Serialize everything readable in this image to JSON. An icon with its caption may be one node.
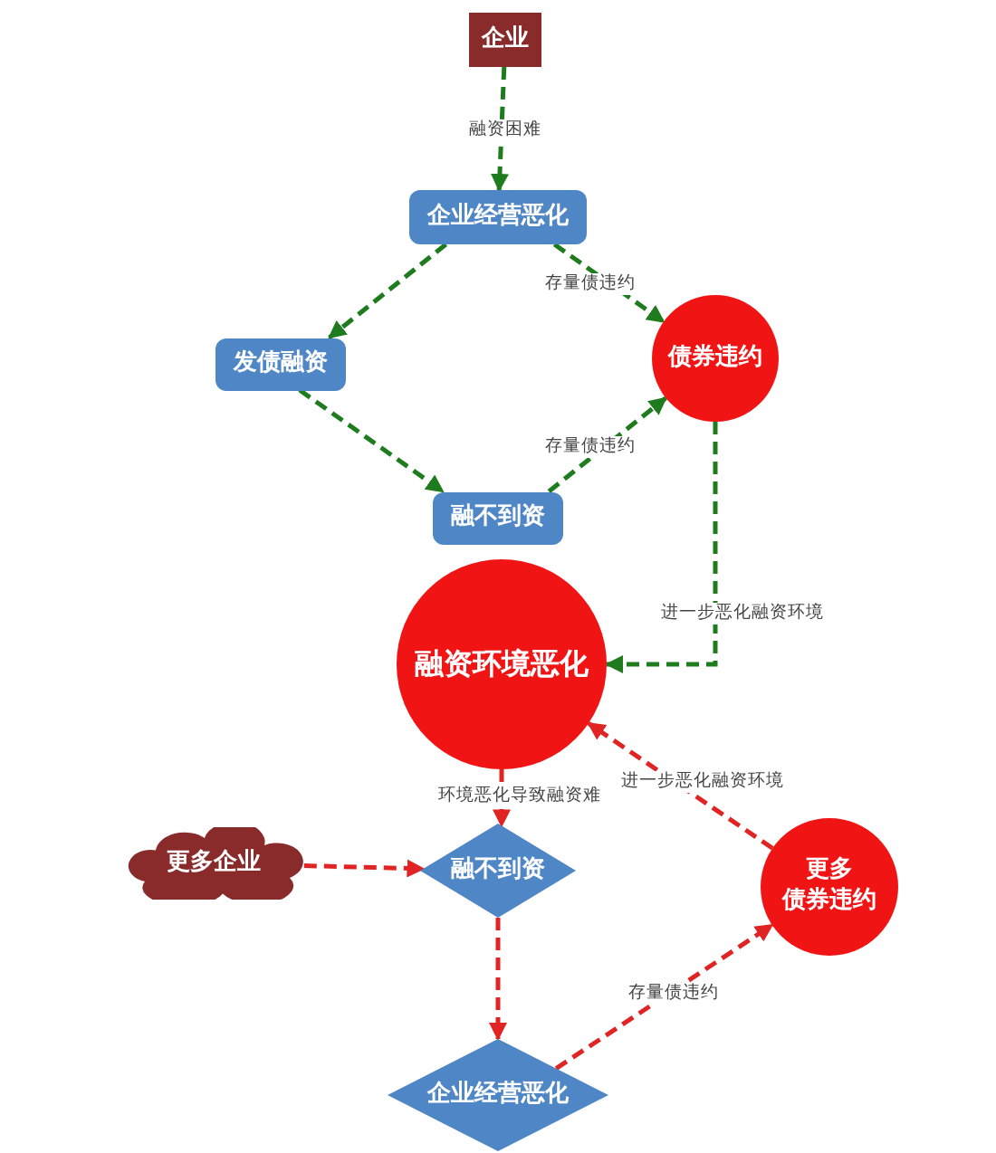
{
  "diagram": {
    "nodes": [
      {
        "text": [
          "企业"
        ]
      },
      {
        "text": [
          "企业经营恶化"
        ]
      },
      {
        "text": [
          "发债融资"
        ]
      },
      {
        "text": [
          "债券违约"
        ]
      },
      {
        "text": [
          "融不到资"
        ]
      },
      {
        "text": [
          "融资环境恶化"
        ]
      },
      {
        "text": [
          "更多企业"
        ]
      },
      {
        "text": [
          "融不到资"
        ]
      },
      {
        "text": [
          "更多债券违约"
        ]
      },
      {
        "text": [
          "企业经营恶化"
        ]
      }
    ],
    "edges": [
      {
        "from": 0,
        "to": 1,
        "arrow": "to",
        "label": "融资困难",
        "style": "dashed"
      },
      {
        "from": 1,
        "to": 2,
        "arrow": "to",
        "style": "dashed"
      },
      {
        "from": 1,
        "to": 3,
        "arrow": "to",
        "label": "存量债违约",
        "style": "dashed"
      },
      {
        "from": 2,
        "to": 4,
        "arrow": "to",
        "style": "dashed"
      },
      {
        "from": 4,
        "to": 3,
        "arrow": "to",
        "label": "存量债违约",
        "style": "dashed"
      },
      {
        "from": 3,
        "to": 5,
        "arrow": "to",
        "label": "进一步恶化融资环境",
        "style": "dashed"
      },
      {
        "from": 5,
        "to": 7,
        "arrow": "to",
        "label": "环境恶化导致融资难",
        "style": "dashed",
        "color": "#e02424"
      },
      {
        "from": 6,
        "to": 7,
        "arrow": "to",
        "style": "dashed",
        "color": "#e02424"
      },
      {
        "from": 7,
        "to": 9,
        "arrow": "to",
        "style": "dashed",
        "color": "#e02424"
      },
      {
        "from": 9,
        "to": 8,
        "arrow": "to",
        "label": "存量债违约",
        "style": "dashed",
        "color": "#e02424"
      },
      {
        "from": 8,
        "to": 5,
        "arrow": "to",
        "label": "进一步恶化融资环境",
        "style": "dashed",
        "color": "#e02424"
      }
    ]
  }
}
